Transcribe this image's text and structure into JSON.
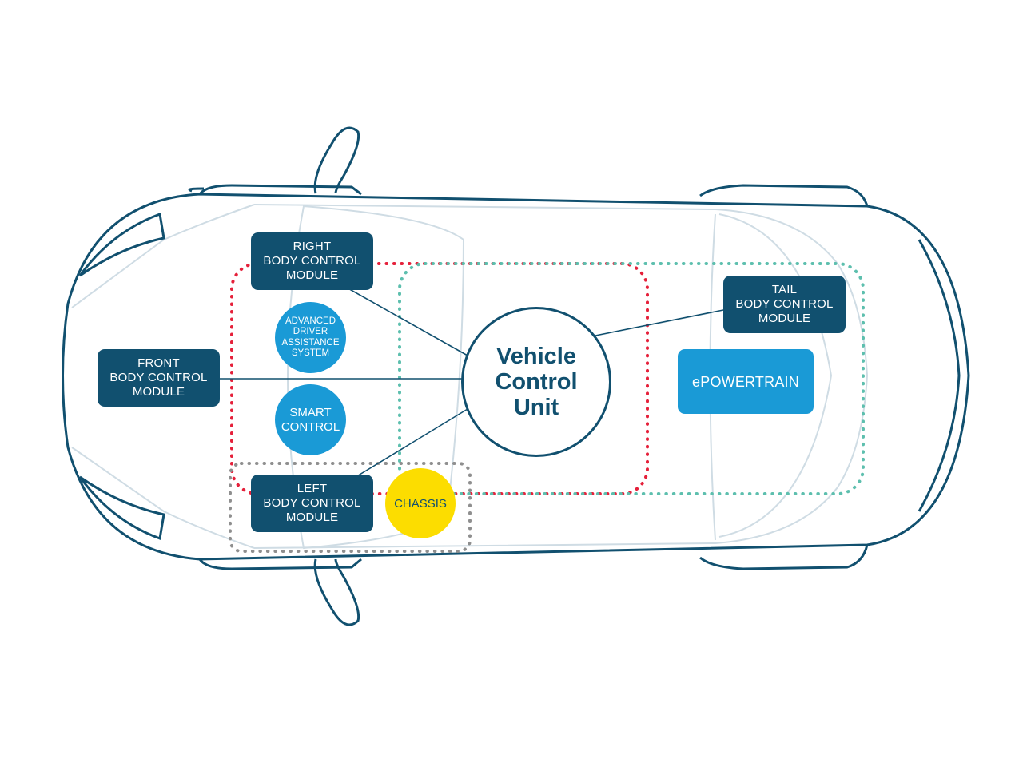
{
  "colors": {
    "outline": "#11506f",
    "interior": "#cfdce4",
    "dark_module": "#11506f",
    "light_module": "#1a9ad6",
    "chassis": "#fcdd00",
    "red_dots": "#e5203a",
    "teal_dots": "#5dbfae",
    "gray_dots": "#8f8f8f"
  },
  "vcu": {
    "lines": [
      "Vehicle",
      "Control",
      "Unit"
    ]
  },
  "modules": {
    "right": {
      "lines": [
        "RIGHT",
        "BODY CONTROL",
        "MODULE"
      ]
    },
    "front": {
      "lines": [
        "FRONT",
        "BODY CONTROL",
        "MODULE"
      ]
    },
    "left": {
      "lines": [
        "LEFT",
        "BODY CONTROL",
        "MODULE"
      ]
    },
    "tail": {
      "lines": [
        "TAIL",
        "BODY CONTROL",
        "MODULE"
      ]
    },
    "epowertrain": {
      "label": "ePOWERTRAIN"
    }
  },
  "nodes": {
    "adas": {
      "lines": [
        "ADVANCED",
        "DRIVER",
        "ASSISTANCE",
        "SYSTEM"
      ]
    },
    "smart": {
      "lines": [
        "SMART",
        "CONTROL"
      ]
    },
    "chassis": {
      "label": "CHASSIS"
    }
  }
}
